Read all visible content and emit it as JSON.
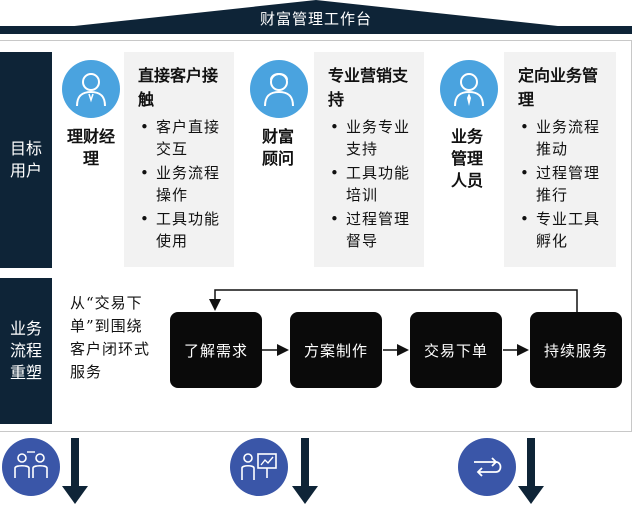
{
  "banner": {
    "title": "财富管理工作台"
  },
  "rows": {
    "target_users": "目标用户",
    "process": "业务流程重塑"
  },
  "roles": [
    {
      "name": "理财经理",
      "icon": "manager-avatar-icon",
      "card_title": "直接客户接触",
      "bullets": [
        "客户直接交互",
        "业务流程操作",
        "工具功能使用"
      ]
    },
    {
      "name": "财富顾问",
      "icon": "advisor-avatar-icon",
      "card_title": "专业营销支持",
      "bullets": [
        "业务专业支持",
        "工具功能培训",
        "过程管理督导"
      ]
    },
    {
      "name": "业务管理人员",
      "icon": "business-manager-avatar-icon",
      "card_title": "定向业务管理",
      "bullets": [
        "业务流程推动",
        "过程管理推行",
        "专业工具孵化"
      ]
    }
  ],
  "process": {
    "description": "从“交易下单”到围绕客户闭环式服务",
    "steps": [
      "了解需求",
      "方案制作",
      "交易下单",
      "持续服务"
    ]
  },
  "bottom": [
    {
      "icon": "meeting-people-icon"
    },
    {
      "icon": "presentation-icon"
    },
    {
      "icon": "cycle-arrows-icon"
    }
  ],
  "colors": {
    "navy": "#0e2437",
    "accent_blue": "#4aa3df",
    "dark_blue": "#3a56a8",
    "card_bg": "#f2f2f2"
  }
}
